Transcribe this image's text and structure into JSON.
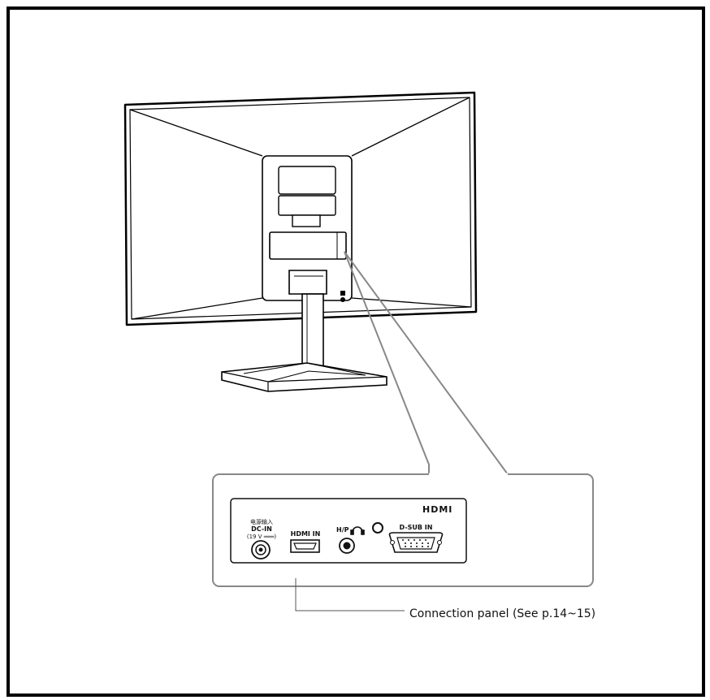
{
  "diagram": {
    "caption": "Connection panel (See p.14~15)",
    "brand_logo": "HDMI",
    "ports": {
      "dc_in_line1": "电源输入",
      "dc_in_line2": "DC-IN",
      "dc_in_line3": "(19 V ═══)",
      "hdmi_in": "HDMI IN",
      "headphone": "H/P",
      "dsub_in": "D-SUB IN"
    }
  }
}
